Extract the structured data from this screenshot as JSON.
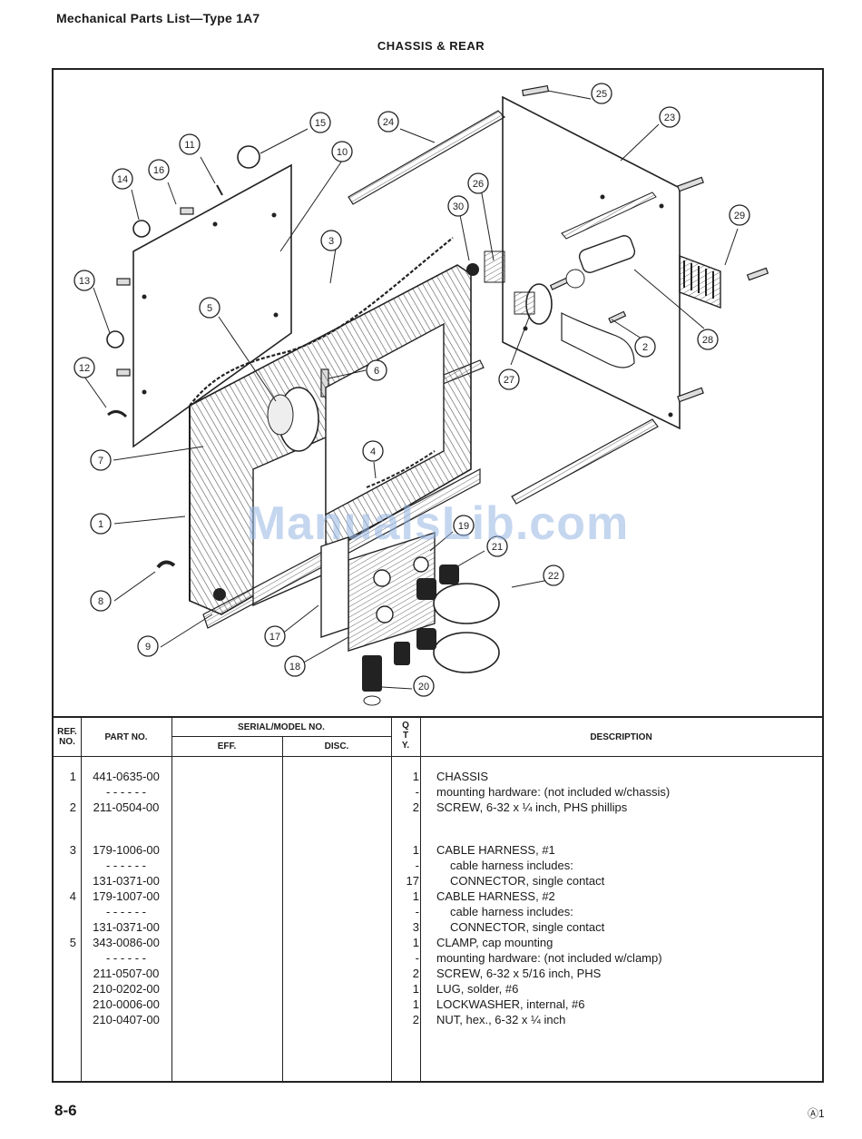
{
  "header": {
    "title": "Mechanical Parts List—Type 1A7",
    "section": "CHASSIS & REAR"
  },
  "figure": {
    "watermark": "ManualsLib.com",
    "callouts": [
      {
        "label": "1"
      },
      {
        "label": "2"
      },
      {
        "label": "3"
      },
      {
        "label": "4"
      },
      {
        "label": "5"
      },
      {
        "label": "6"
      },
      {
        "label": "7"
      },
      {
        "label": "8"
      },
      {
        "label": "9"
      },
      {
        "label": "10"
      },
      {
        "label": "11"
      },
      {
        "label": "12"
      },
      {
        "label": "13"
      },
      {
        "label": "14"
      },
      {
        "label": "15"
      },
      {
        "label": "16"
      },
      {
        "label": "17"
      },
      {
        "label": "18"
      },
      {
        "label": "19"
      },
      {
        "label": "20"
      },
      {
        "label": "21"
      },
      {
        "label": "22"
      },
      {
        "label": "23"
      },
      {
        "label": "24"
      },
      {
        "label": "25"
      },
      {
        "label": "26"
      },
      {
        "label": "27"
      },
      {
        "label": "28"
      },
      {
        "label": "29"
      },
      {
        "label": "30"
      }
    ]
  },
  "table": {
    "headers": {
      "ref": "REF. NO.",
      "part": "PART NO.",
      "serial": "SERIAL/MODEL NO.",
      "eff": "EFF.",
      "disc": "DISC.",
      "qty": "Q T Y.",
      "desc": "DESCRIPTION"
    },
    "rows": [
      {
        "ref": "1",
        "part": "441-0635-00",
        "qty": "1",
        "desc": "CHASSIS",
        "indent": false
      },
      {
        "ref": "",
        "part": "- - - - - -",
        "qty": "-",
        "desc": "mounting hardware: (not included w/chassis)",
        "indent": false
      },
      {
        "ref": "2",
        "part": "211-0504-00",
        "qty": "2",
        "desc": "SCREW, 6-32 x ¼ inch, PHS phillips",
        "indent": false
      },
      {
        "ref": "3",
        "part": "179-1006-00",
        "qty": "1",
        "desc": "CABLE HARNESS, #1",
        "indent": false
      },
      {
        "ref": "",
        "part": "- - - - - -",
        "qty": "-",
        "desc": "cable harness includes:",
        "indent": true
      },
      {
        "ref": "",
        "part": "131-0371-00",
        "qty": "17",
        "desc": "CONNECTOR, single contact",
        "indent": true
      },
      {
        "ref": "4",
        "part": "179-1007-00",
        "qty": "1",
        "desc": "CABLE HARNESS, #2",
        "indent": false
      },
      {
        "ref": "",
        "part": "- - - - - -",
        "qty": "-",
        "desc": "cable harness includes:",
        "indent": true
      },
      {
        "ref": "",
        "part": "131-0371-00",
        "qty": "3",
        "desc": "CONNECTOR, single contact",
        "indent": true
      },
      {
        "ref": "5",
        "part": "343-0086-00",
        "qty": "1",
        "desc": "CLAMP, cap mounting",
        "indent": false
      },
      {
        "ref": "",
        "part": "- - - - - -",
        "qty": "-",
        "desc": "mounting hardware: (not included w/clamp)",
        "indent": false
      },
      {
        "ref": "",
        "part": "211-0507-00",
        "qty": "2",
        "desc": "SCREW, 6-32 x 5/16 inch, PHS",
        "indent": false
      },
      {
        "ref": "",
        "part": "210-0202-00",
        "qty": "1",
        "desc": "LUG, solder, #6",
        "indent": false
      },
      {
        "ref": "",
        "part": "210-0006-00",
        "qty": "1",
        "desc": "LOCKWASHER, internal, #6",
        "indent": false
      },
      {
        "ref": "",
        "part": "210-0407-00",
        "qty": "2",
        "desc": "NUT, hex., 6-32 x ¼ inch",
        "indent": false
      }
    ]
  },
  "footer": {
    "page": "8-6",
    "mark": "Ⓐ1"
  }
}
